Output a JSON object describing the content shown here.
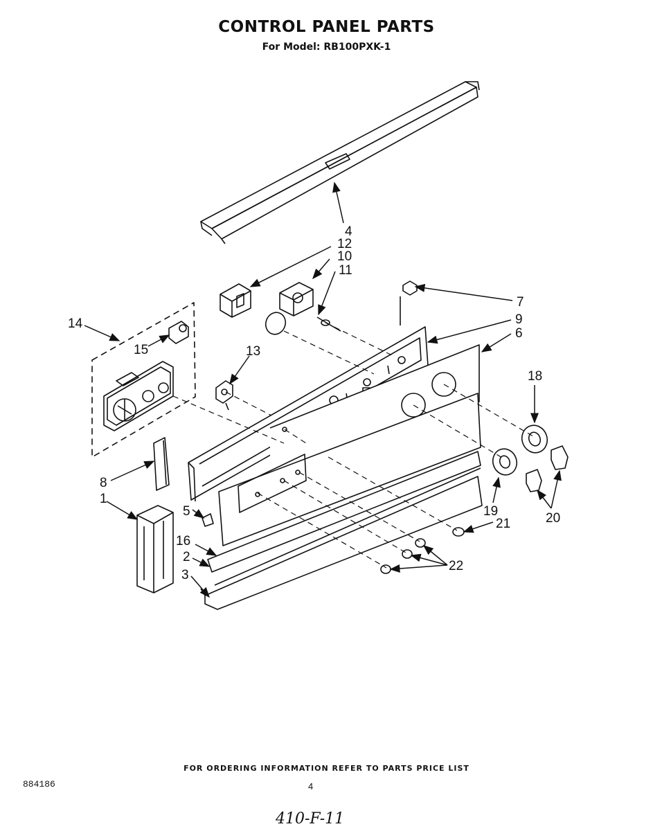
{
  "header": {
    "title": "CONTROL PANEL PARTS",
    "model_line": "For Model: RB100PXK-1"
  },
  "callouts": {
    "c1": "1",
    "c2": "2",
    "c3": "3",
    "c4": "4",
    "c5": "5",
    "c6": "6",
    "c7": "7",
    "c8": "8",
    "c9": "9",
    "c10": "10",
    "c11": "11",
    "c12": "12",
    "c13": "13",
    "c14": "14",
    "c15": "15",
    "c16": "16",
    "c18": "18",
    "c19": "19",
    "c20": "20",
    "c21": "21",
    "c22": "22"
  },
  "footer": {
    "ordering_note": "FOR ORDERING INFORMATION REFER TO PARTS PRICE LIST",
    "doc_number": "884186",
    "page_number": "4",
    "handwritten_note": "410-F-11"
  }
}
